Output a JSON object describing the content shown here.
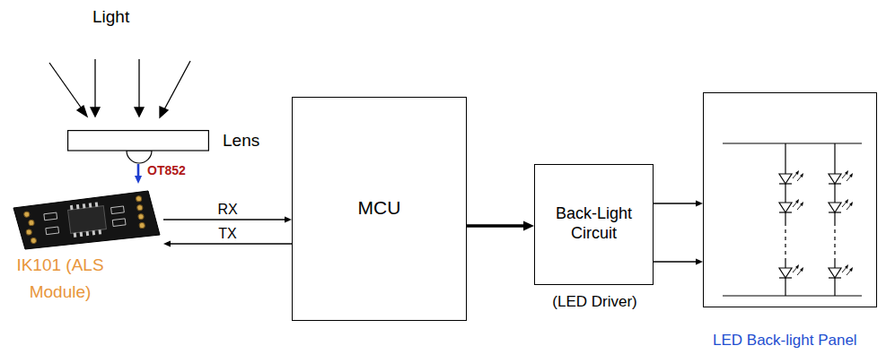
{
  "diagram": {
    "nodes": [
      {
        "text": [
          "Lens"
        ]
      },
      {
        "text": [
          "IK101 (ALS Module)"
        ]
      },
      {
        "text": [
          "MCU"
        ]
      },
      {
        "text": [
          "Back-Light Circuit",
          "(LED Driver)"
        ]
      },
      {
        "text": [
          "LED Back-light Panel"
        ]
      }
    ],
    "edges": [
      {
        "from": 0,
        "to": 1,
        "label": "OT852",
        "arrow": "to"
      },
      {
        "from": 1,
        "to": 2,
        "label": "RX",
        "arrow": "to"
      },
      {
        "from": 2,
        "to": 1,
        "label": "TX",
        "arrow": "to"
      },
      {
        "from": 2,
        "to": 3,
        "arrow": "to"
      },
      {
        "from": 3,
        "to": 4,
        "arrow": "to"
      },
      {
        "from": 3,
        "to": 4,
        "arrow": "to"
      }
    ],
    "labels": [
      "Light"
    ]
  }
}
